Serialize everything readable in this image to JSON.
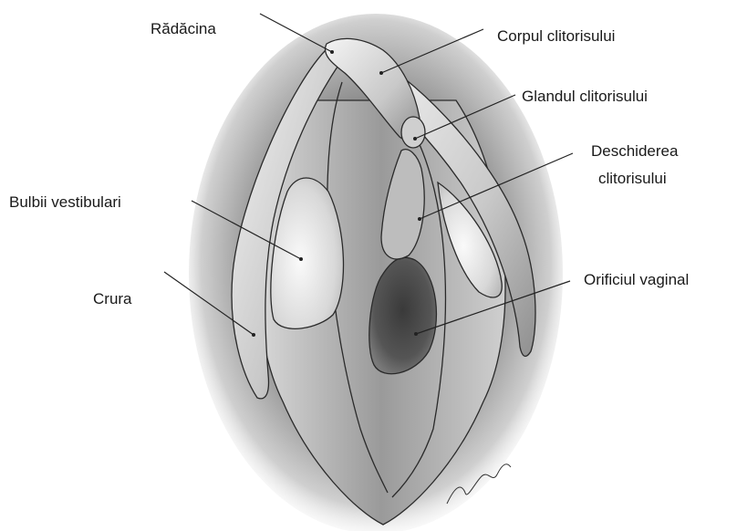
{
  "labels": {
    "radacina": "Rădăcina",
    "corpul": "Corpul clitorisului",
    "glandul": "Glandul clitorisului",
    "deschiderea_line1": "Deschiderea",
    "deschiderea_line2": "clitorisului",
    "bulbii": "Bulbii vestibulari",
    "crura": "Crura",
    "orificiul": "Orificiul vaginal"
  }
}
